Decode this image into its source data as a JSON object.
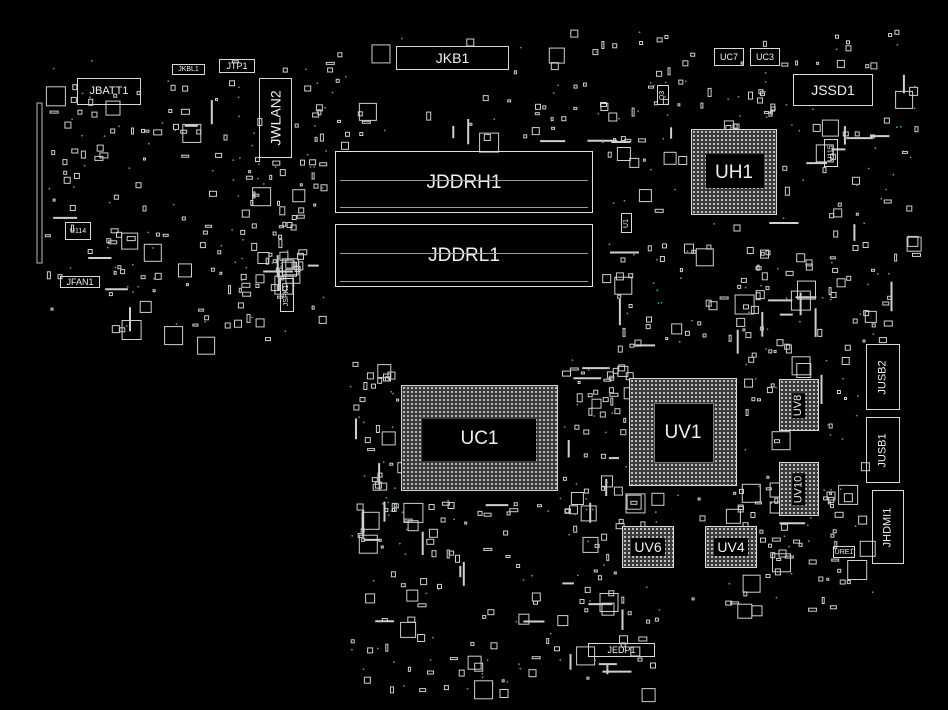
{
  "board": {
    "background": "#000000",
    "silkscreen_color": "#e0e0e0",
    "bga_fill_color": "#3a3a3a",
    "via_color": "#3fa6a0"
  },
  "components": {
    "jkb1": "JKB1",
    "jbatt1": "JBATT1",
    "jkbl1": "JKBL1",
    "jtp1": "JTP1",
    "jwlan2": "JWLAN2",
    "jddrh1": "JDDRH1",
    "jddrl1": "JDDRL1",
    "jspk1": "JSPK1",
    "jfan1": "JFAN1",
    "u1": "U1",
    "u114": "U114",
    "uc7": "UC7",
    "uc3": "UC3",
    "jssd1": "JSSD1",
    "uh1": "UH1",
    "u115": "U115",
    "q3": "Q3",
    "jusb2": "JUSB2",
    "jusb1": "JUSB1",
    "jhdmi1": "JHDMI1",
    "uv8": "UV8",
    "uv10": "UV10",
    "uv1": "UV1",
    "uc1": "UC1",
    "uv6": "UV6",
    "uv4": "UV4",
    "jedp1": "JEDP1",
    "ure1": "URE1"
  }
}
